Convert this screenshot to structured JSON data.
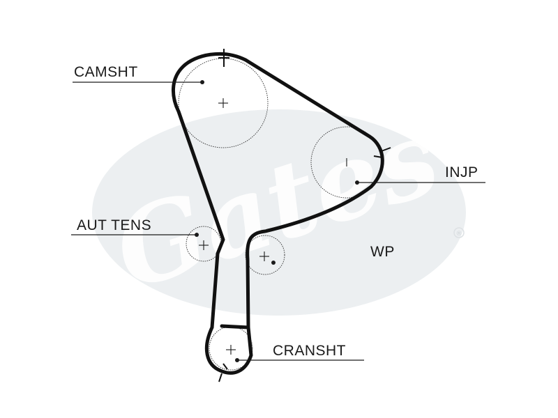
{
  "brand": {
    "watermark_text": "Gates",
    "watermark_color": "#eceff1",
    "registered_mark": "®"
  },
  "labels": {
    "camshaft": "CAMSHT",
    "injection_pump": "INJP",
    "auto_tensioner": "AUT TENS",
    "water_pump": "WP",
    "crankshaft": "CRANSHT"
  },
  "colors": {
    "belt": "#111111",
    "text": "#1a1a1a",
    "watermark": "#eceff1"
  }
}
